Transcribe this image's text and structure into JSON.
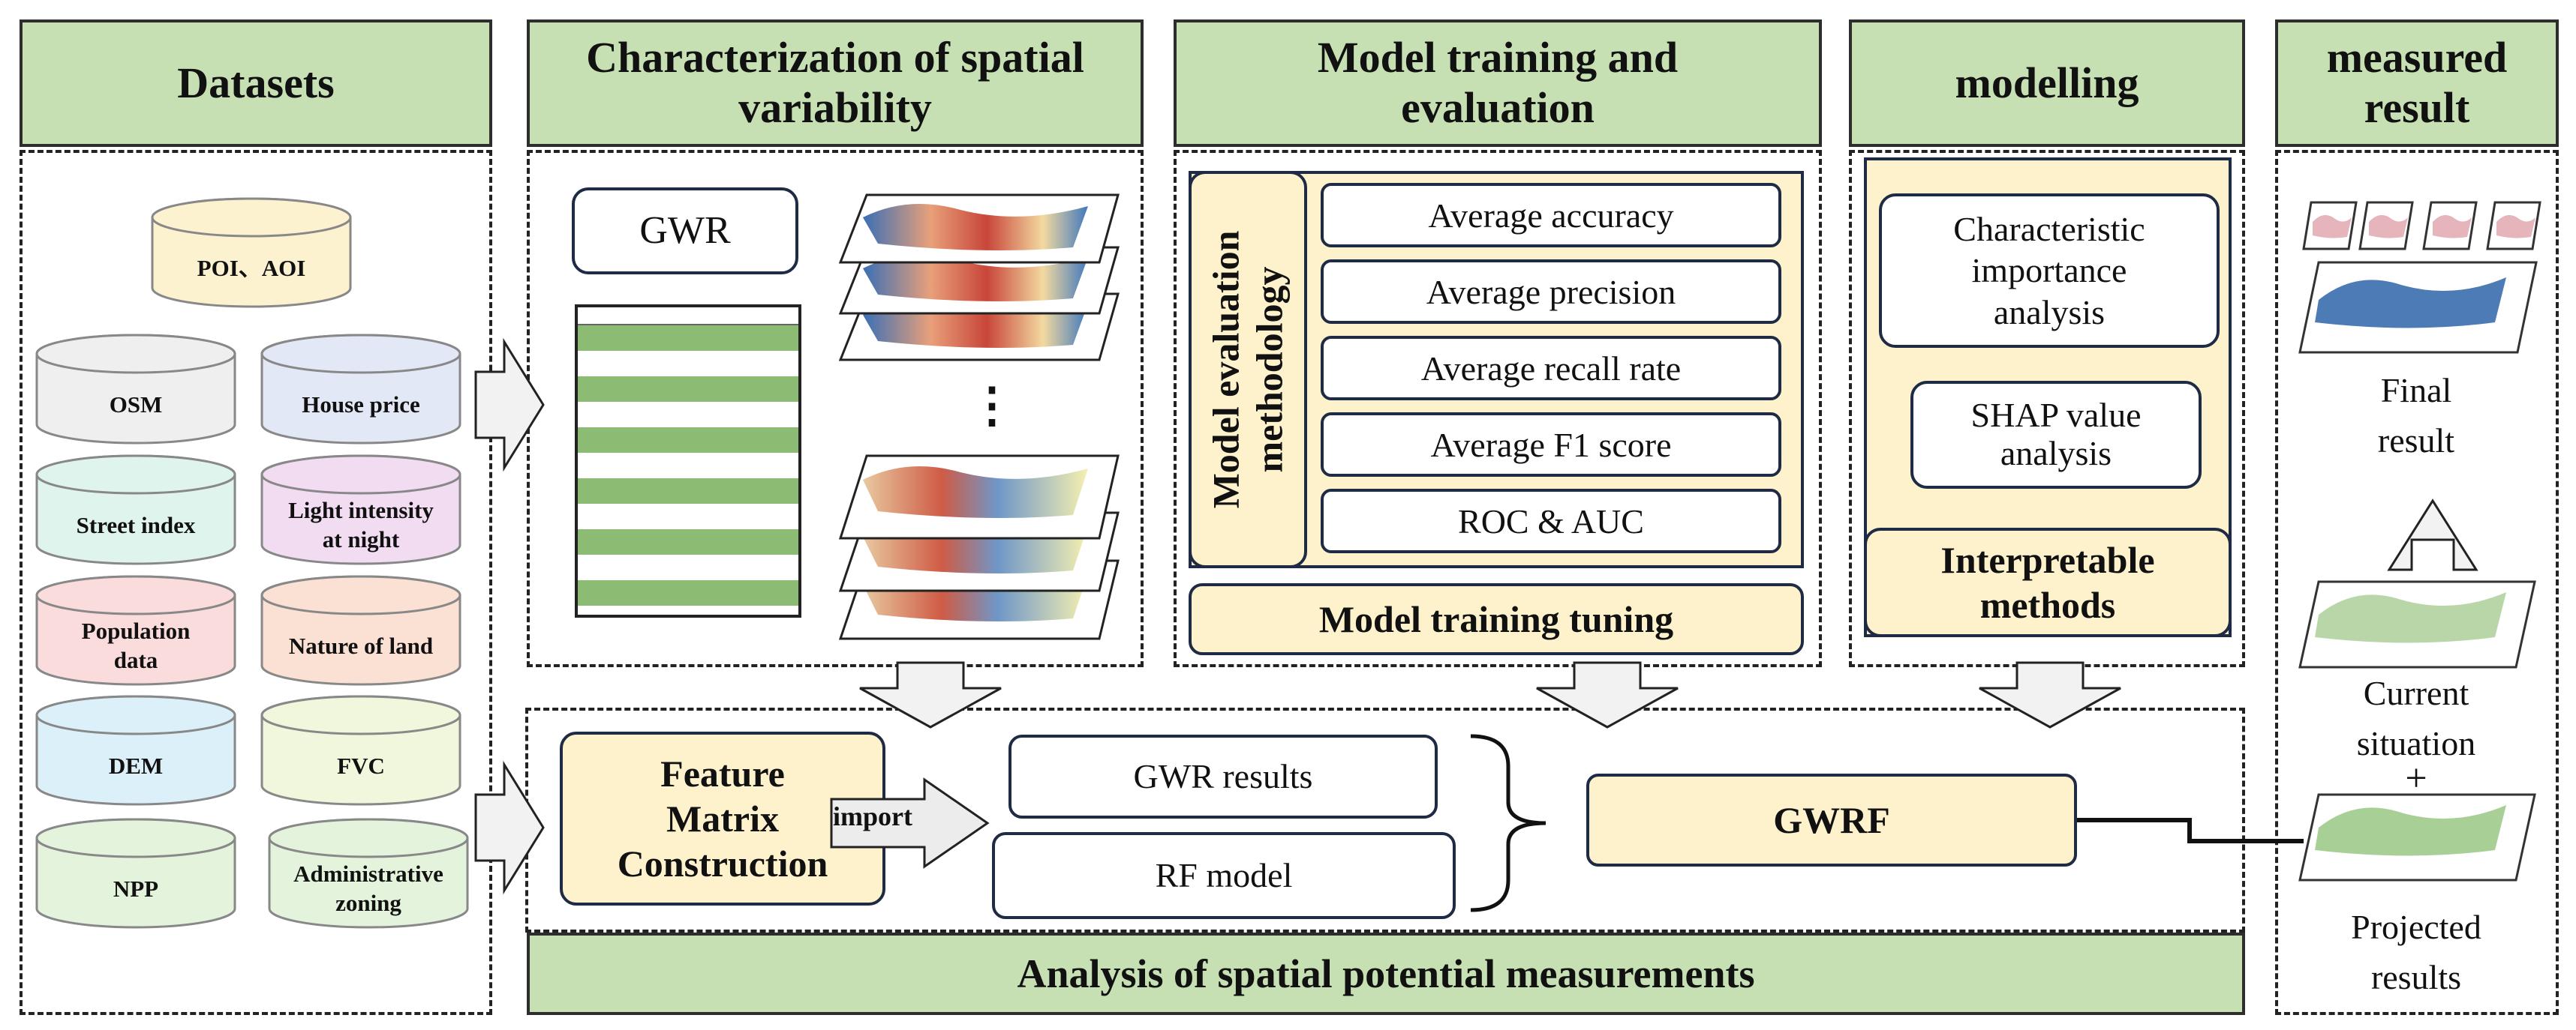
{
  "headers": {
    "datasets": "Datasets",
    "characterization_line1": "Characterization of spatial",
    "characterization_line2": "variability",
    "model_training_line1": "Model training and",
    "model_training_line2": "evaluation",
    "modelling": "modelling",
    "measured_line1": "measured",
    "measured_line2": "result"
  },
  "datasets": {
    "poi": "POI、AOI",
    "osm": "OSM",
    "house_price": "House price",
    "street_index": "Street index",
    "light_line1": "Light intensity",
    "light_line2": "at night",
    "population_line1": "Population",
    "population_line2": "data",
    "nature_of_land": "Nature of land",
    "dem": "DEM",
    "fvc": "FVC",
    "npp": "NPP",
    "admin_line1": "Administrative",
    "admin_line2": "zoning"
  },
  "characterization": {
    "gwr": "GWR",
    "ellipsis": "⋮"
  },
  "evaluation": {
    "methodology_line1": "Model evaluation",
    "methodology_line2": "methodology",
    "metrics": [
      "Average accuracy",
      "Average precision",
      "Average recall rate",
      "Average F1 score",
      "ROC & AUC"
    ],
    "tuning": "Model training tuning"
  },
  "modelling": {
    "importance_line1": "Characteristic",
    "importance_line2": "importance",
    "importance_line3": "analysis",
    "shap_line1": "SHAP value",
    "shap_line2": "analysis",
    "interpretable_line1": "Interpretable",
    "interpretable_line2": "methods"
  },
  "analysis": {
    "feature_line1": "Feature",
    "feature_line2": "Matrix",
    "feature_line3": "Construction",
    "import": "import",
    "gwr_results": "GWR results",
    "rf_model": "RF model",
    "gwrf": "GWRF",
    "footer": "Analysis of spatial potential measurements"
  },
  "measured": {
    "final_line1": "Final",
    "final_line2": "result",
    "current_line1": "Current",
    "current_line2": "situation",
    "plus": "+",
    "projected_line1": "Projected",
    "projected_line2": "results"
  },
  "colors": {
    "header_green": "#c6e0b4",
    "cream": "#fdf2cc",
    "navy_border": "#1f2a44",
    "table_stripe": "#8cbc73"
  }
}
